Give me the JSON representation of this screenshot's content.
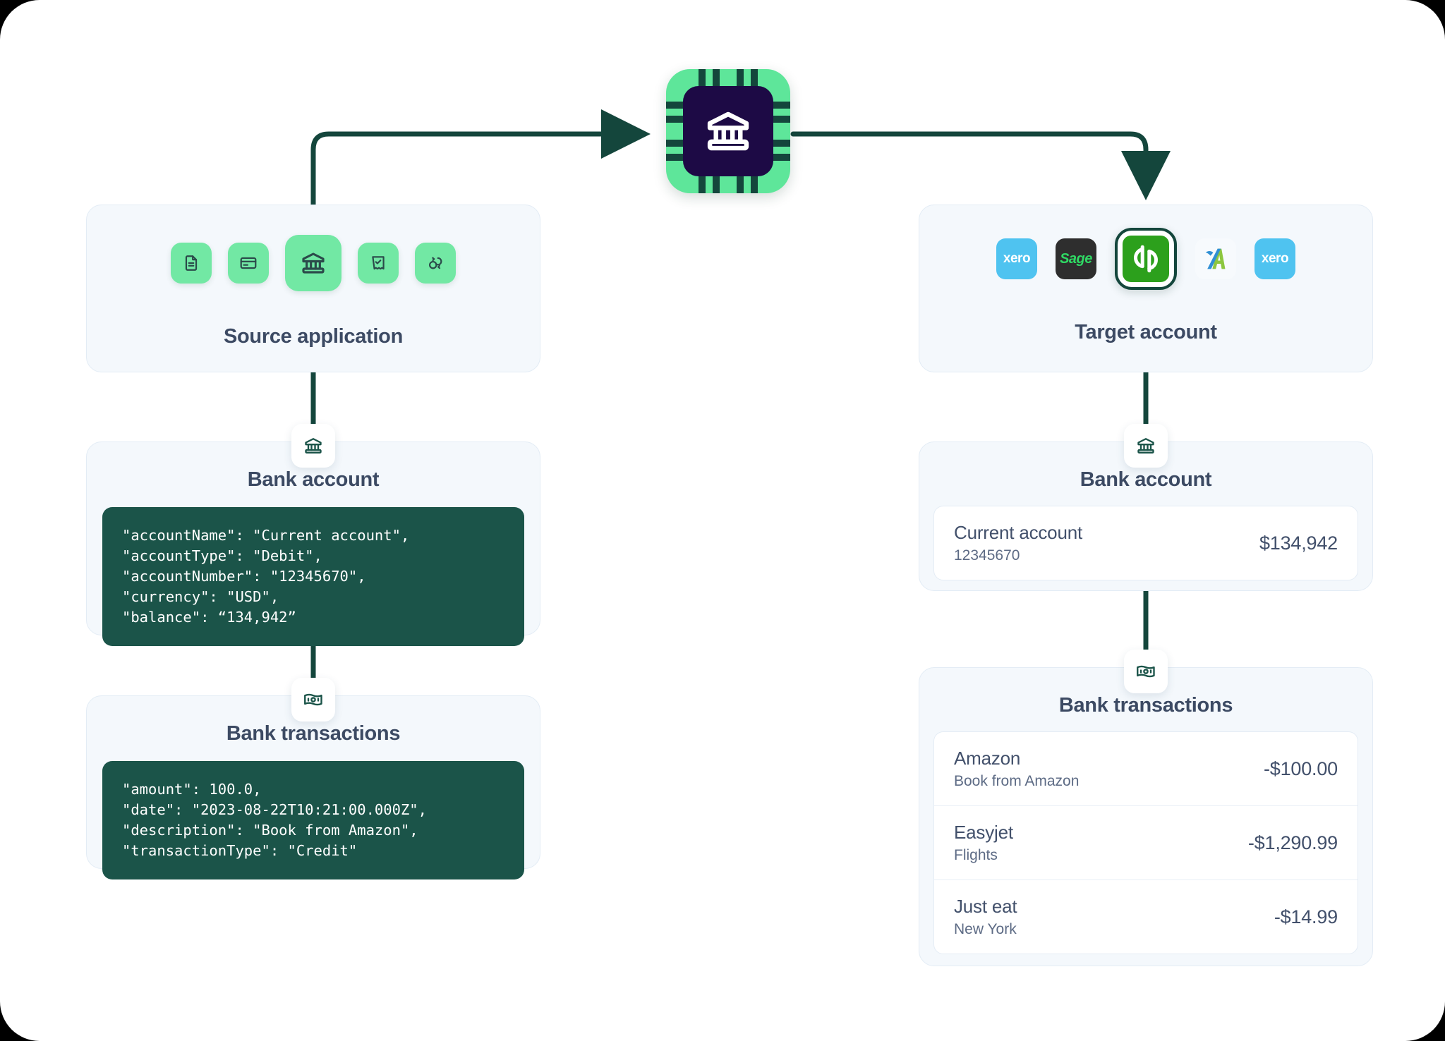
{
  "diagram": {
    "center_icon": "bank-chip-icon",
    "source": {
      "title": "Source application",
      "icons": [
        {
          "name": "document-icon",
          "selected": false
        },
        {
          "name": "credit-card-icon",
          "selected": false
        },
        {
          "name": "bank-icon",
          "selected": true
        },
        {
          "name": "receipt-check-icon",
          "selected": false
        },
        {
          "name": "sync-icon",
          "selected": false
        }
      ],
      "bank_account": {
        "badge_icon": "bank-icon",
        "title": "Bank account",
        "code": "\"accountName\": \"Current account\",\n\"accountType\": \"Debit\",\n\"accountNumber\": \"12345670\",\n\"currency\": \"USD\",\n\"balance\": “134,942”"
      },
      "bank_transactions": {
        "badge_icon": "banknote-icon",
        "title": "Bank transactions",
        "code": "\"amount\": 100.0,\n\"date\": \"2023-08-22T10:21:00.000Z\",\n\"description\": \"Book from Amazon\",\n\"transactionType\": \"Credit\""
      }
    },
    "target": {
      "title": "Target account",
      "logos": [
        {
          "name": "xero-logo",
          "label": "xero",
          "style": "xero",
          "selected": false
        },
        {
          "name": "sage-logo",
          "label": "Sage",
          "style": "sage",
          "selected": false
        },
        {
          "name": "quickbooks-logo",
          "label": "qb",
          "style": "qb",
          "selected": true
        },
        {
          "name": "freeagent-logo",
          "label": "",
          "style": "freeagent",
          "selected": false
        },
        {
          "name": "xero-logo",
          "label": "xero",
          "style": "xero",
          "selected": false
        }
      ],
      "bank_account": {
        "badge_icon": "bank-icon",
        "title": "Bank account",
        "rows": [
          {
            "name": "Current account",
            "sub": "12345670",
            "amount": "$134,942"
          }
        ]
      },
      "bank_transactions": {
        "badge_icon": "banknote-icon",
        "title": "Bank transactions",
        "rows": [
          {
            "name": "Amazon",
            "sub": "Book from Amazon",
            "amount": "-$100.00"
          },
          {
            "name": "Easyjet",
            "sub": "Flights",
            "amount": "-$1,290.99"
          },
          {
            "name": "Just eat",
            "sub": "New York",
            "amount": "-$14.99"
          }
        ]
      }
    }
  },
  "colors": {
    "wire": "#14463c",
    "chip_border": "#5ee69a",
    "chip_core": "#1d0a45",
    "accent_green": "#72e8a4",
    "code_bg": "#1b5449",
    "panel_bg": "#f4f8fc",
    "text_dark": "#3c4a63"
  }
}
